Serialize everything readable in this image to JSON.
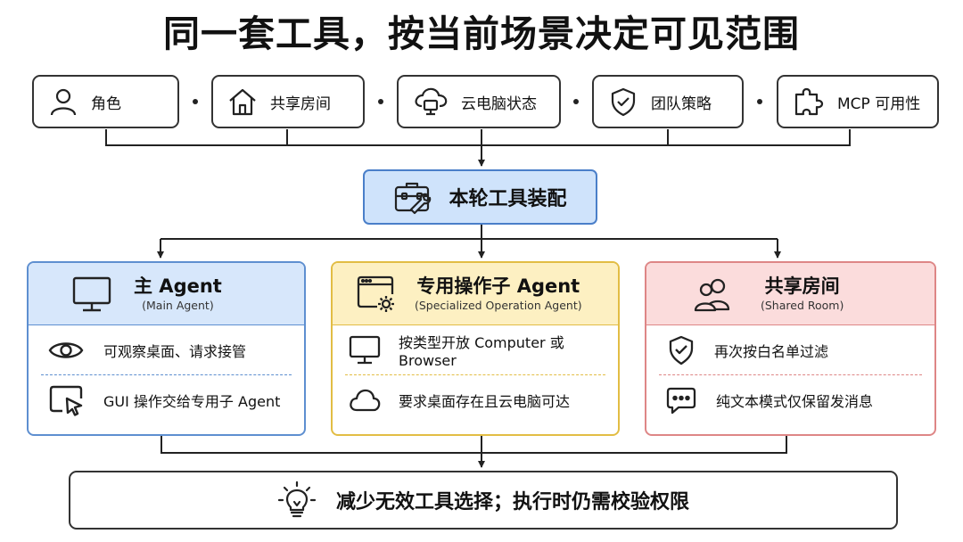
{
  "title": "同一套工具，按当前场景决定可见范围",
  "factors": [
    {
      "label": "角色",
      "icon": "user-icon"
    },
    {
      "label": "共享房间",
      "icon": "house-icon"
    },
    {
      "label": "云电脑状态",
      "icon": "cloud-computer-icon"
    },
    {
      "label": "团队策略",
      "icon": "shield-check-icon"
    },
    {
      "label": "MCP 可用性",
      "icon": "puzzle-icon"
    }
  ],
  "assembly": {
    "label": "本轮工具装配",
    "icon": "toolbox-wrench-icon"
  },
  "cards": [
    {
      "title": "主 Agent",
      "subtitle": "(Main Agent)",
      "icon": "monitor-icon",
      "items": [
        {
          "text": "可观察桌面、请求接管",
          "icon": "eye-icon"
        },
        {
          "text": "GUI 操作交给专用子 Agent",
          "icon": "cursor-window-icon"
        }
      ]
    },
    {
      "title": "专用操作子 Agent",
      "subtitle": "(Specialized Operation Agent)",
      "icon": "browser-gear-icon",
      "items": [
        {
          "text": "按类型开放 Computer 或 Browser",
          "icon": "monitor-icon"
        },
        {
          "text": "要求桌面存在且云电脑可达",
          "icon": "cloud-icon"
        }
      ]
    },
    {
      "title": "共享房间",
      "subtitle": "(Shared Room)",
      "icon": "users-icon",
      "items": [
        {
          "text": "再次按白名单过滤",
          "icon": "shield-check-icon"
        },
        {
          "text": "纯文本模式仅保留发消息",
          "icon": "chat-bubble-icon"
        }
      ]
    }
  ],
  "result": {
    "label": "减少无效工具选择；执行时仍需校验权限",
    "icon": "lightbulb-icon"
  },
  "colors": {
    "main_fill": "#d7e7fb",
    "main_border": "#5e8fd0",
    "spec_fill": "#fdf0c2",
    "spec_border": "#e2bd44",
    "room_fill": "#fbdcdc",
    "room_border": "#de8686",
    "assembly_fill": "#cfe3fb"
  }
}
